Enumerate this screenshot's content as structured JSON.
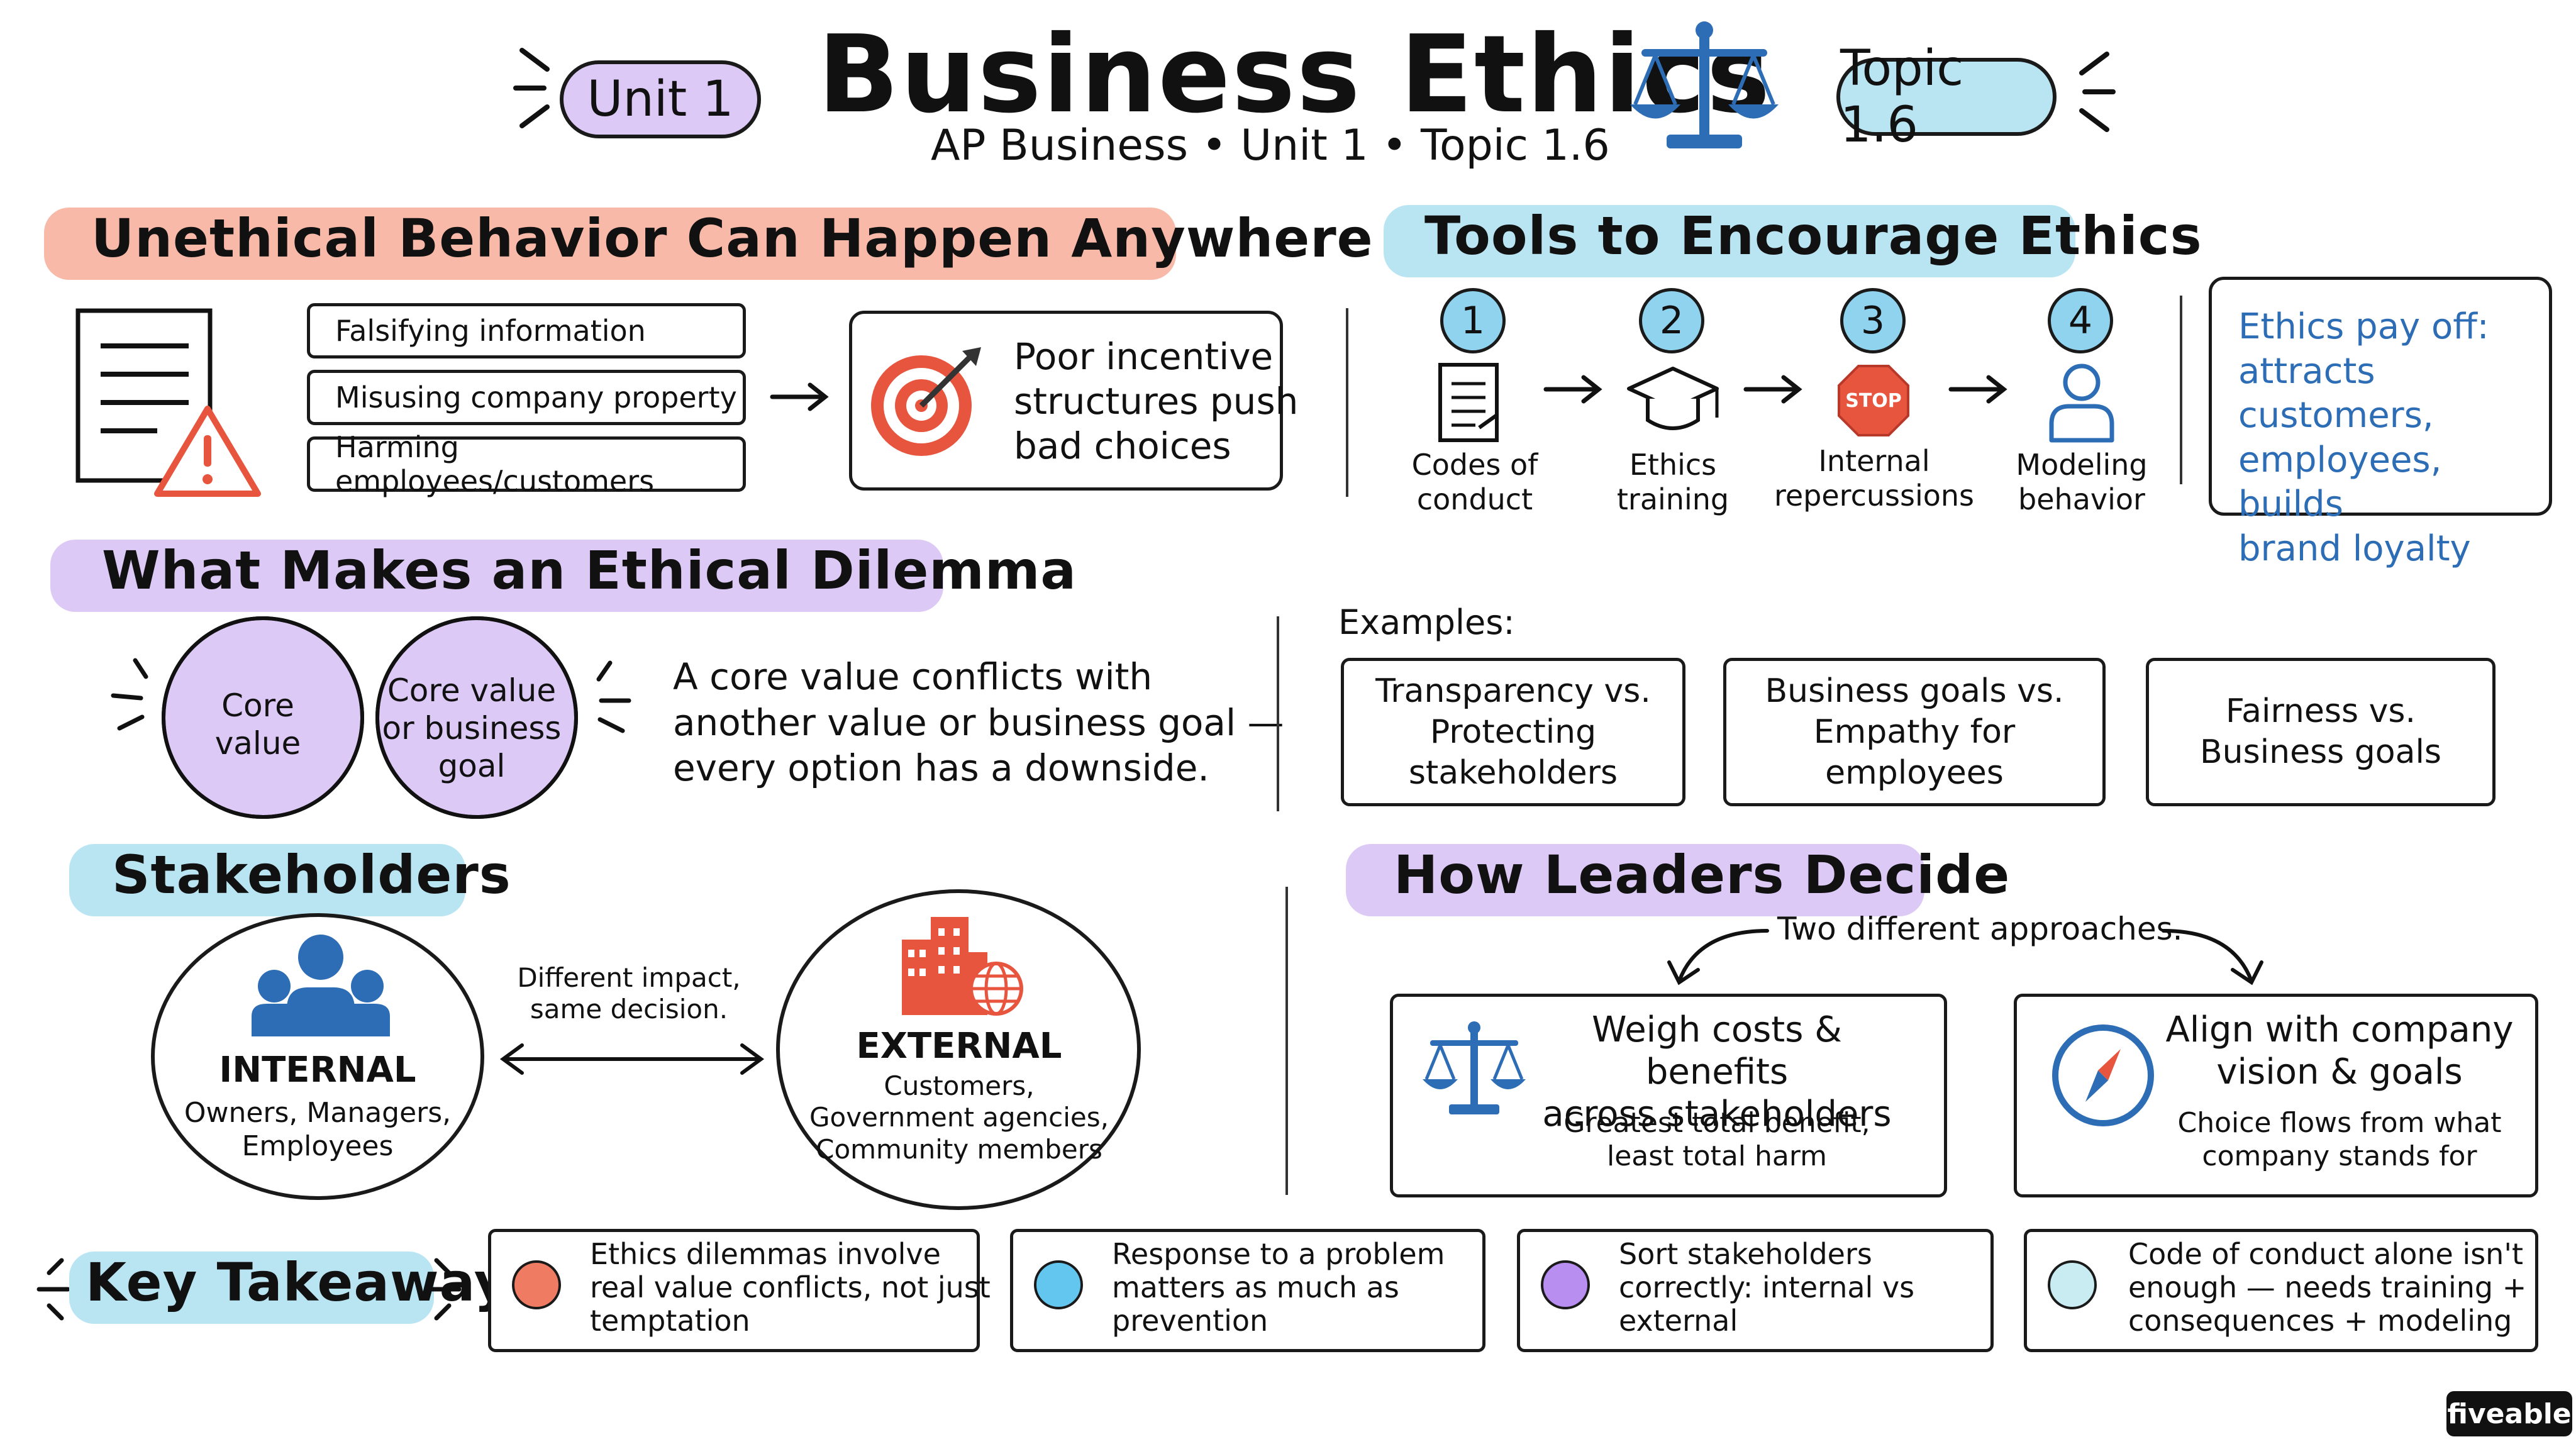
{
  "header": {
    "title": "Business Ethics",
    "subtitle": "AP Business • Unit 1 • Topic 1.6",
    "unit_badge": "Unit 1",
    "topic_badge": "Topic 1.6",
    "scale_icon": "scale-icon"
  },
  "unethical": {
    "heading": "Unethical Behavior Can Happen Anywhere",
    "items": [
      "Falsifying information",
      "Misusing company property",
      "Harming employees/customers"
    ],
    "incentive_line1": "Poor incentive",
    "incentive_line2": "structures push",
    "incentive_line3": "bad choices",
    "document_icon": "document-warning-icon",
    "target_icon": "target-icon"
  },
  "tools": {
    "heading": "Tools to Encourage Ethics",
    "steps": [
      {
        "num": "1",
        "line1": "Codes of",
        "line2": "conduct"
      },
      {
        "num": "2",
        "line1": "Ethics",
        "line2": "training"
      },
      {
        "num": "3",
        "line1": "Internal",
        "line2": "repercussions",
        "sign": "STOP"
      },
      {
        "num": "4",
        "line1": "Modeling",
        "line2": "behavior"
      }
    ],
    "payoff_line1": "Ethics pay off:",
    "payoff_line2": "attracts customers,",
    "payoff_line3": "employees, builds",
    "payoff_line4": "brand loyalty"
  },
  "dilemma": {
    "heading": "What Makes an Ethical Dilemma",
    "left_line1": "Core",
    "left_line2": "value",
    "right_line1": "Core value",
    "right_line2": "or business",
    "right_line3": "goal",
    "desc_line1": "A core value conflicts with",
    "desc_line2": "another value or business goal —",
    "desc_line3": "every option has a downside.",
    "examples_label": "Examples:",
    "examples": [
      {
        "line1": "Transparency vs.",
        "line2": "Protecting",
        "line3": "stakeholders"
      },
      {
        "line1": "Business goals vs.",
        "line2": "Empathy for",
        "line3": "employees"
      },
      {
        "line1": "Fairness vs.",
        "line2": "Business goals"
      }
    ]
  },
  "stakeholders": {
    "heading": "Stakeholders",
    "internal_title": "INTERNAL",
    "internal_line1": "Owners, Managers,",
    "internal_line2": "Employees",
    "external_title": "EXTERNAL",
    "external_line1": "Customers,",
    "external_line2": "Government agencies,",
    "external_line3": "Community members",
    "impact_line1": "Different impact,",
    "impact_line2": "same decision.",
    "people_icon": "people-group-icon",
    "building_icon": "building-globe-icon"
  },
  "leaders": {
    "heading": "How Leaders Decide",
    "approaches": "Two different approaches.",
    "a_title1": "Weigh costs & benefits",
    "a_title2": "across stakeholders",
    "a_sub1": "Greatest total benefit,",
    "a_sub2": "least total harm",
    "b_title1": "Align with company",
    "b_title2": "vision & goals",
    "b_sub1": "Choice flows from what",
    "b_sub2": "company stands for",
    "compass_icon": "compass-icon"
  },
  "takeaways": {
    "heading": "Key Takeaways",
    "items": [
      {
        "line1": "Ethics dilemmas involve",
        "line2": "real value conflicts, not just",
        "line3": "temptation",
        "color": "#ef7b62"
      },
      {
        "line1": "Response to a problem",
        "line2": "matters as much as",
        "line3": "prevention",
        "color": "#62c6ef"
      },
      {
        "line1": "Sort stakeholders",
        "line2": "correctly: internal vs",
        "line3": "external",
        "color": "#b88ef0"
      },
      {
        "line1": "Code of conduct alone isn't",
        "line2": "enough — needs training +",
        "line3": "consequences + modeling",
        "color": "#c8ecf2"
      }
    ]
  },
  "brand": "fiveable",
  "colors": {
    "salmon": "#f8b9a8",
    "sky": "#b9e4f2",
    "lavender": "#ddc9f6",
    "blue_icon": "#2d6db5",
    "red_icon": "#e8553e",
    "purple": "#b792ef"
  }
}
